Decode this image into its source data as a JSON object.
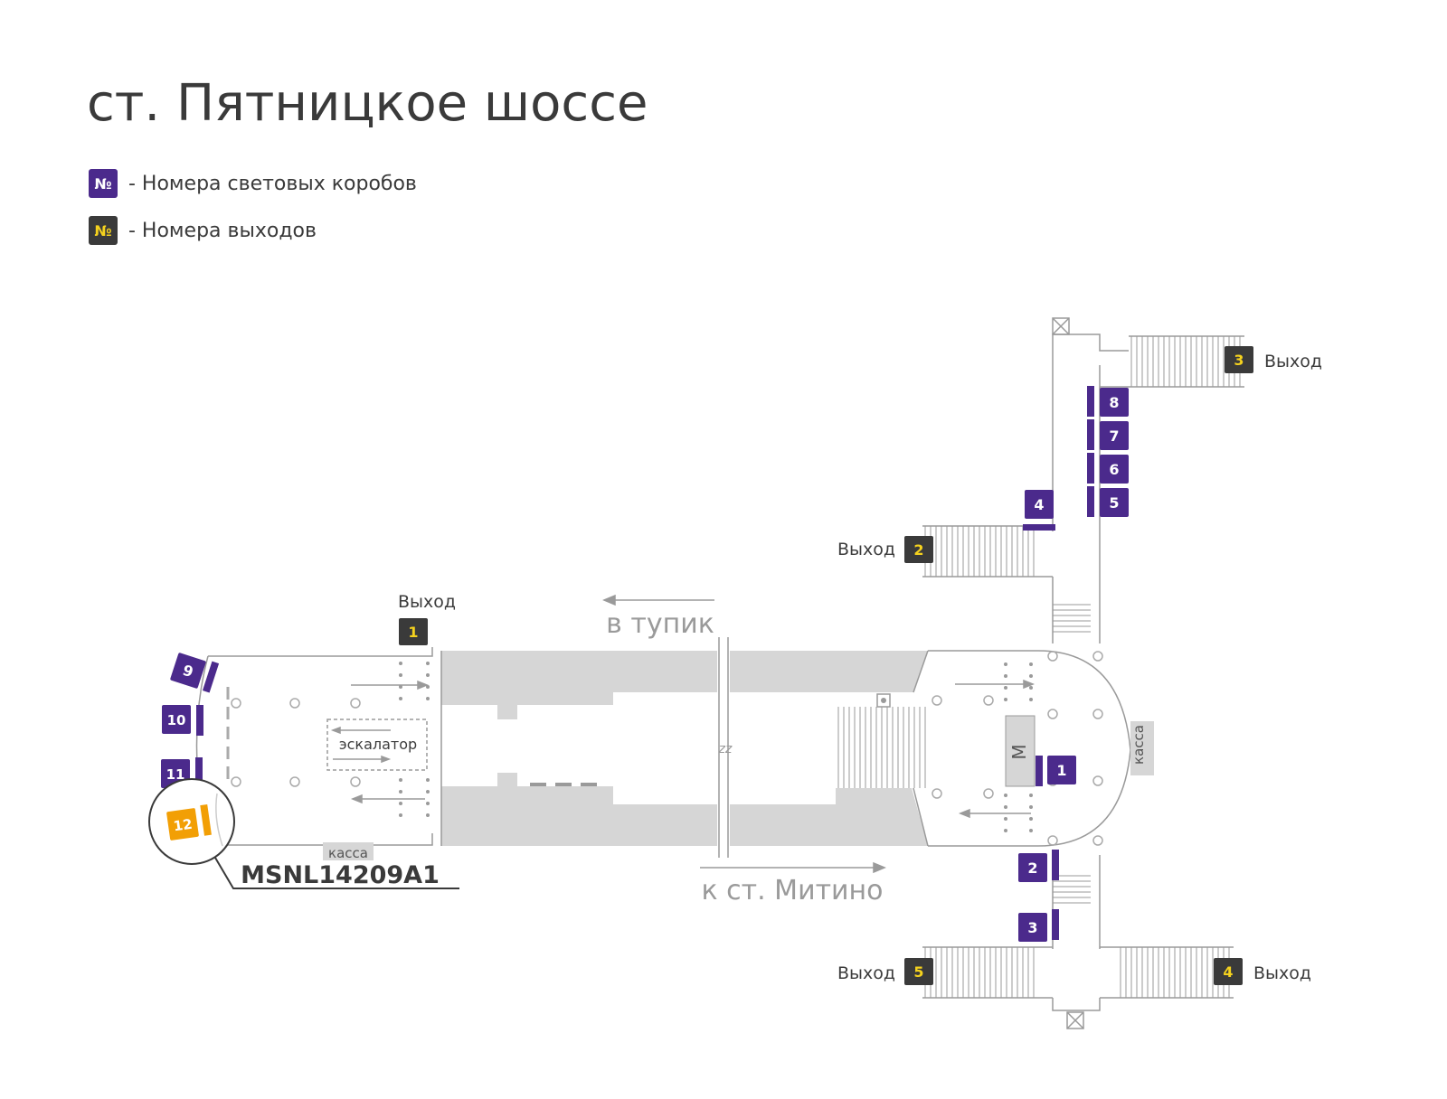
{
  "title": "ст. Пятницкое шоссе",
  "legend": {
    "lightbox_label": "- Номера световых коробов",
    "exit_label": "- Номера выходов",
    "symbol": "№"
  },
  "colors": {
    "purple": "#4b2a8c",
    "exit_dark": "#3a3a3a",
    "exit_number": "#f5d21e",
    "highlight": "#f29f05",
    "platform_gray": "#d6d6d6",
    "line": "#9a9a9a"
  },
  "map": {
    "exit_word": "Выход",
    "escalator": "эскалатор",
    "kassa": "касса",
    "metro_letter": "М",
    "direction_dead_end": "в тупик",
    "direction_mitino": "к ст. Митино",
    "break_mark": "zz",
    "highlight_code": "MSNL14209A1",
    "exits": [
      "1",
      "2",
      "3",
      "4",
      "5"
    ],
    "lightboxes": [
      "1",
      "2",
      "3",
      "4",
      "5",
      "6",
      "7",
      "8",
      "9",
      "10",
      "11"
    ],
    "highlighted_lightbox": "12"
  }
}
